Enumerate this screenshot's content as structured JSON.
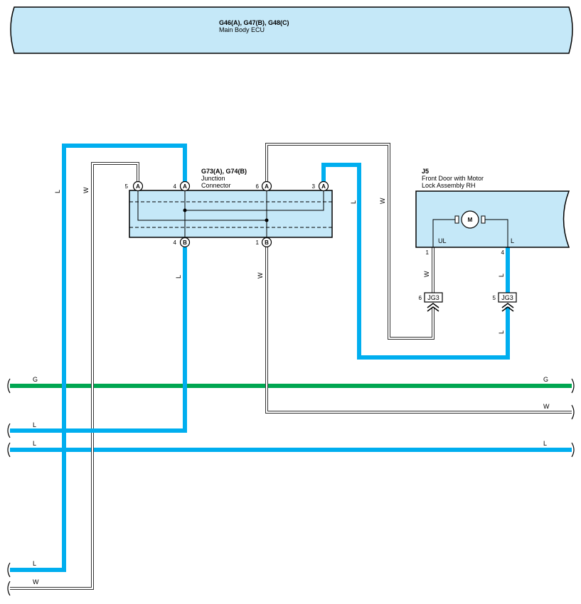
{
  "ecu": {
    "title": "G46(A), G47(B), G48(C)",
    "name": "Main Body ECU"
  },
  "junction": {
    "title": "G73(A), G74(B)",
    "name_line1": "Junction",
    "name_line2": "Connector",
    "pins_top": [
      {
        "num": "5",
        "letter": "A"
      },
      {
        "num": "4",
        "letter": "A"
      },
      {
        "num": "6",
        "letter": "A"
      },
      {
        "num": "3",
        "letter": "A"
      }
    ],
    "pins_bottom": [
      {
        "num": "4",
        "letter": "B"
      },
      {
        "num": "1",
        "letter": "B"
      }
    ]
  },
  "motor": {
    "title": "J5",
    "name_line1": "Front Door with Motor",
    "name_line2": "Lock Assembly RH",
    "symbol": "M",
    "pin_ul_label": "UL",
    "pin_l_label": "L",
    "pin_ul_num": "1",
    "pin_l_num": "4"
  },
  "connectors": [
    {
      "num": "6",
      "label": "JG3"
    },
    {
      "num": "5",
      "label": "JG3"
    }
  ],
  "wire_colors": {
    "blue": "#00aeef",
    "green": "#00a651",
    "box_fill": "#c5e8f8"
  },
  "wire_labels": {
    "left_l": "L",
    "left_w": "W",
    "mid_l": "L",
    "mid_w": "W",
    "junction_l": "L",
    "junction_w": "W",
    "motor_w": "W",
    "motor_l_upper": "L",
    "motor_l_lower": "L",
    "bus_g_left": "G",
    "bus_g_right": "G",
    "bus_w_right": "W",
    "bus_l1_left": "L",
    "bus_l2_left": "L",
    "bus_l2_right": "L",
    "bottom_l": "L",
    "bottom_w": "W"
  }
}
